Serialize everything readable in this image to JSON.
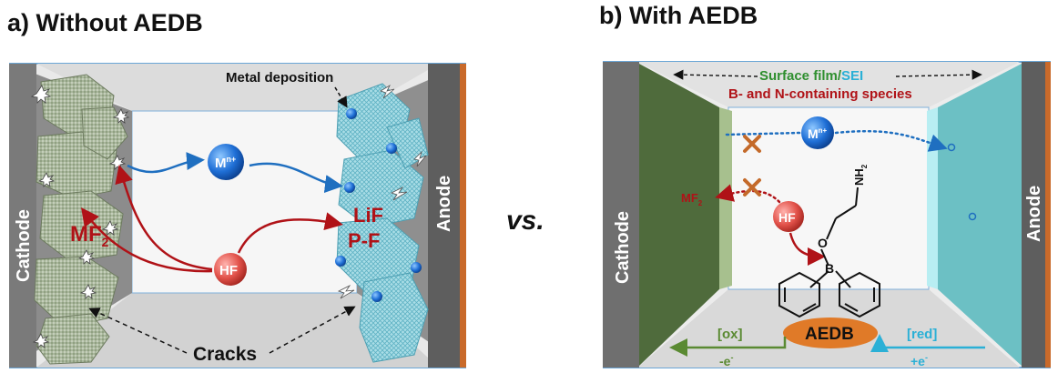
{
  "panel_a": {
    "title": "a) Without AEDB",
    "label_cathode": "Cathode",
    "label_anode": "Anode",
    "label_metal_deposition": "Metal deposition",
    "label_cracks": "Cracks",
    "label_mf2_main": "MF",
    "label_mf2_sub": "2",
    "label_hf": "HF",
    "label_mn_main": "M",
    "label_mn_sup": "n+",
    "label_lif": "LiF",
    "label_pf": "P-F"
  },
  "vs_label": "vs.",
  "panel_b": {
    "title": "b) With AEDB",
    "label_cathode": "Cathode",
    "label_anode": "Anode",
    "label_surface_film": "Surface film/",
    "label_sei": "SEI",
    "label_species": "B- and N-containing species",
    "label_mn_main": "M",
    "label_mn_sup": "n+",
    "label_mf2_main": "MF",
    "label_mf2_sub": "2",
    "label_hf": "HF",
    "label_nh2_main": "NH",
    "label_nh2_sub": "2",
    "label_o": "O",
    "label_b": "B",
    "label_aedb": "AEDB",
    "label_ox": "[ox]",
    "label_red": "[red]",
    "label_e_minus": "-e",
    "label_e_plus": "+e",
    "label_e_sup": "-"
  },
  "colors": {
    "red": "#b01217",
    "blue_arrow": "#1f6fc0",
    "green": "#5a8a32",
    "cyan": "#2bb0d6",
    "orange": "#e07a28",
    "cathode_green": "#4f6b3c",
    "anode_teal": "#6cc0c4",
    "frame_blue": "#6aa6d6"
  }
}
